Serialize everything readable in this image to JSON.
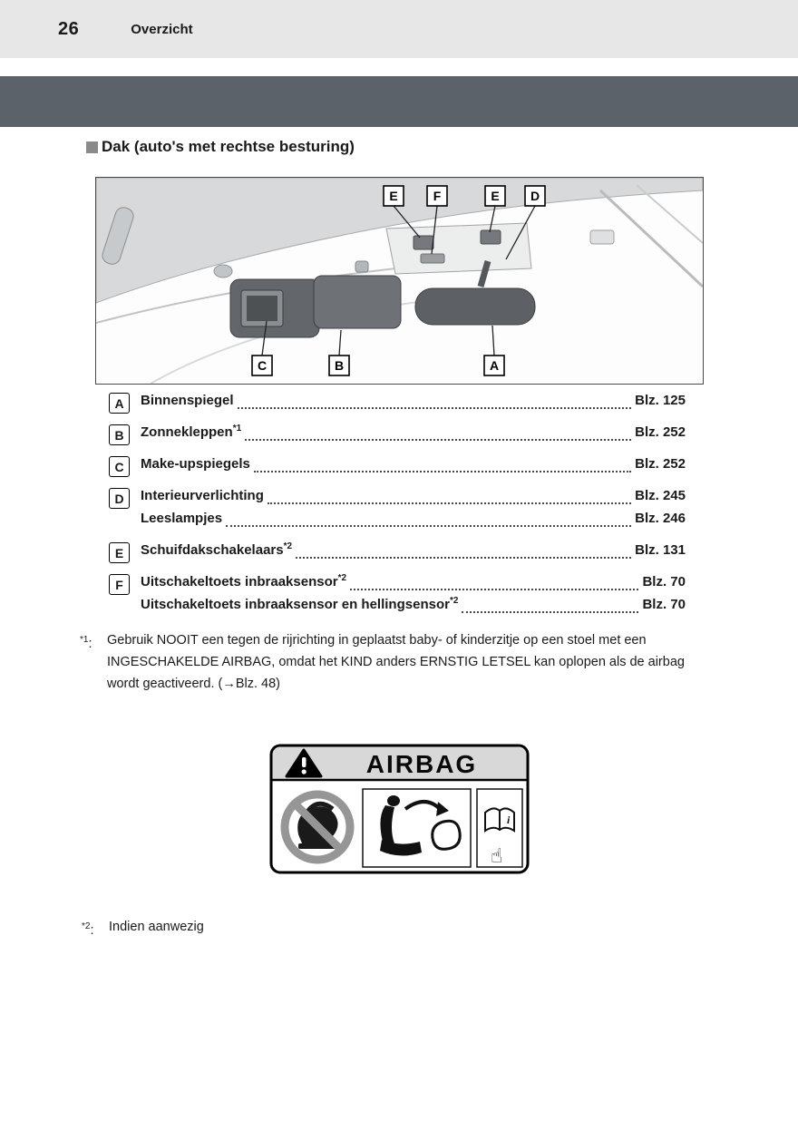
{
  "header": {
    "page_number": "26",
    "chapter": "Overzicht"
  },
  "section": {
    "title": "Dak (auto's met rechtse besturing)"
  },
  "diagram": {
    "callouts_top": [
      "E",
      "F",
      "E",
      "D"
    ],
    "callouts_bottom": [
      "C",
      "B",
      "A"
    ]
  },
  "items": [
    {
      "letter": "A",
      "rows": [
        {
          "label": "Binnenspiegel",
          "sup": "",
          "page": "Blz. 125"
        }
      ]
    },
    {
      "letter": "B",
      "rows": [
        {
          "label": "Zonnekleppen",
          "sup": "*1",
          "page": "Blz. 252"
        }
      ]
    },
    {
      "letter": "C",
      "rows": [
        {
          "label": "Make-upspiegels",
          "sup": "",
          "page": "Blz. 252"
        }
      ]
    },
    {
      "letter": "D",
      "rows": [
        {
          "label": "Interieurverlichting",
          "sup": "",
          "page": "Blz. 245"
        },
        {
          "label": "Leeslampjes",
          "sup": "",
          "page": "Blz. 246"
        }
      ]
    },
    {
      "letter": "E",
      "rows": [
        {
          "label": "Schuifdakschakelaars",
          "sup": "*2",
          "page": "Blz. 131"
        }
      ]
    },
    {
      "letter": "F",
      "rows": [
        {
          "label": "Uitschakeltoets inbraaksensor",
          "sup": "*2",
          "page": "Blz. 70"
        },
        {
          "label": "Uitschakeltoets inbraaksensor en hellingsensor",
          "sup": "*2",
          "page": "Blz. 70"
        }
      ]
    }
  ],
  "footnotes": [
    {
      "sup": "*1",
      "sep": ":",
      "text": "Gebruik NOOIT een tegen de rijrichting in geplaatst baby- of kinderzitje op een stoel met een INGESCHAKELDE AIRBAG, omdat het KIND anders ERNSTIG LETSEL kan oplopen als de airbag wordt geactiveerd. (→Blz. 48)"
    },
    {
      "sup": "*2",
      "sep": ":",
      "text": "Indien aanwezig"
    }
  ],
  "airbag_label": {
    "title": "AIRBAG"
  },
  "colors": {
    "band": "#5b626a",
    "header_bg": "#e7e7e7"
  }
}
